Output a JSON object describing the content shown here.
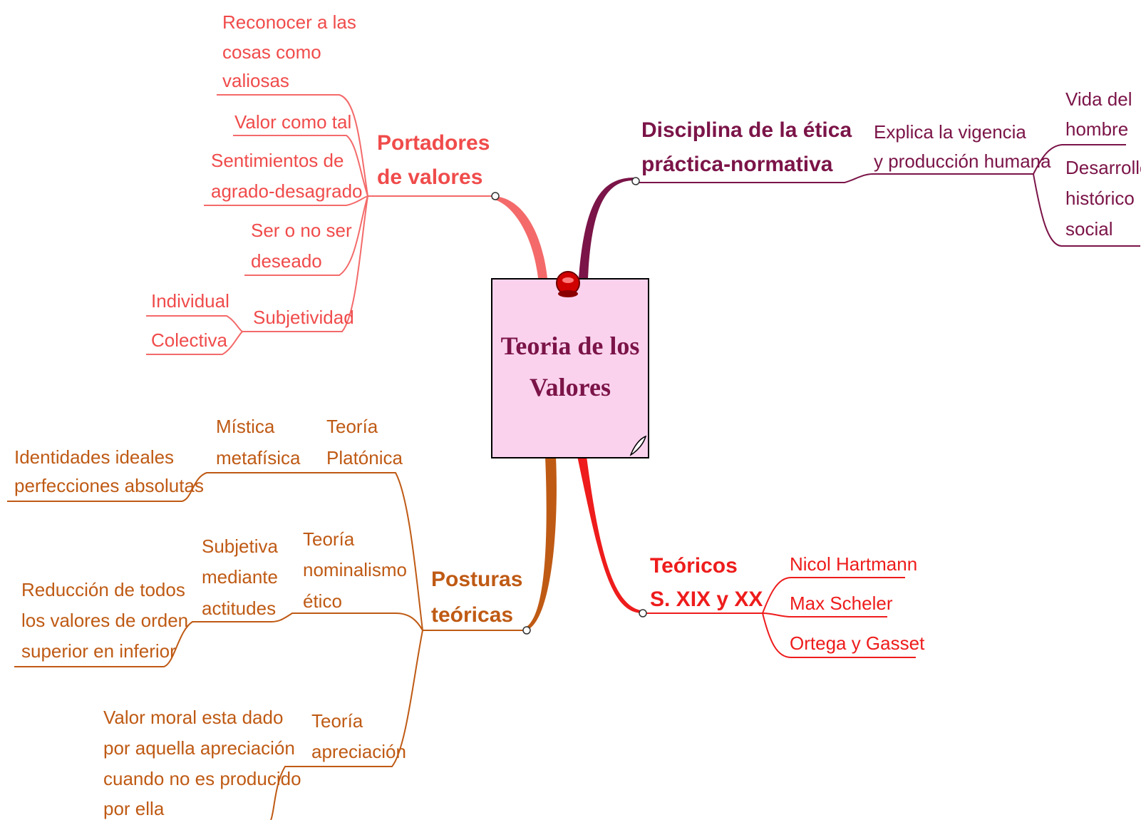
{
  "colors": {
    "portadores": "#f04b4b",
    "portadores_branch": "#f46a6a",
    "disciplina": "#7b1448",
    "posturas": "#bf5a14",
    "teoricos": "#ee1c1c",
    "center_fill": "#fad2ee",
    "center_text": "#7b1448"
  },
  "center": {
    "line1": "Teoria de los",
    "line2": "Valores",
    "pin_icon": "pushpin-icon",
    "note_icon": "note-corner-icon"
  },
  "portadores": {
    "title_line1": "Portadores",
    "title_line2": "de valores",
    "items": {
      "reconocer": [
        "Reconocer a las",
        "cosas como",
        "valiosas"
      ],
      "valor": [
        "Valor como tal"
      ],
      "sentimientos": [
        "Sentimientos de",
        "agrado-desagrado"
      ],
      "ser": [
        "Ser o no ser",
        "deseado"
      ],
      "subjetividad": [
        "Subjetividad"
      ],
      "individual": [
        "Individual"
      ],
      "colectiva": [
        "Colectiva"
      ]
    }
  },
  "disciplina": {
    "title_line1": "Disciplina de la ética",
    "title_line2": "práctica-normativa",
    "explica": [
      "Explica la vigencia",
      "y producción humana"
    ],
    "vida": [
      "Vida del",
      "hombre"
    ],
    "desarrollo": [
      "Desarrollo",
      "histórico",
      "social"
    ]
  },
  "posturas": {
    "title_line1": "Posturas",
    "title_line2": "teóricas",
    "platonica": [
      "Teoría",
      "Platónica"
    ],
    "mistica": [
      "Mística",
      "metafísica"
    ],
    "identidades": [
      "Identidades ideales",
      "perfecciones absolutas"
    ],
    "nominalismo": [
      "Teoría",
      "nominalismo",
      "ético"
    ],
    "subjetiva": [
      "Subjetiva",
      "mediante",
      "actitudes"
    ],
    "reduccion": [
      "Reducción de todos",
      "los valores de orden",
      "superior en inferior"
    ],
    "apreciacion": [
      "Teoría",
      "apreciación"
    ],
    "valor_moral": [
      "Valor moral esta dado",
      "por aquella apreciación",
      "cuando no es producido",
      "por ella"
    ]
  },
  "teoricos": {
    "title_line1": "Teóricos",
    "title_line2": "S. XIX y XX",
    "items": [
      "Nicol Hartmann",
      "Max Scheler",
      "Ortega y Gasset"
    ]
  }
}
